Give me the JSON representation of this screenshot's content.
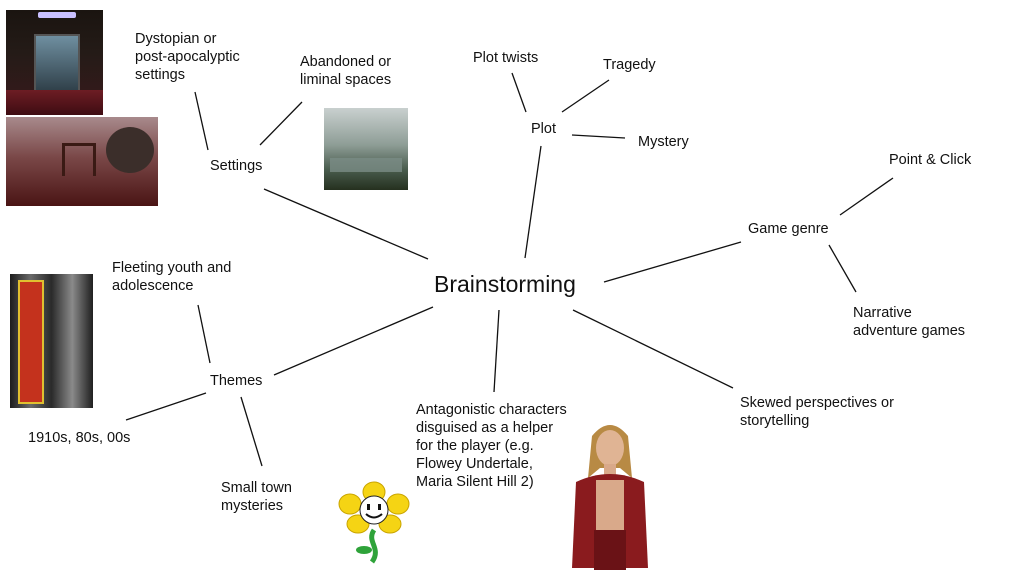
{
  "center": "Brainstorming",
  "nodes": {
    "settings": "Settings",
    "dystopian": "Dystopian or\npost-apocalyptic\nsettings",
    "abandoned": "Abandoned or\nliminal spaces",
    "plot": "Plot",
    "plot_twists": "Plot twists",
    "tragedy": "Tragedy",
    "mystery": "Mystery",
    "game_genre": "Game genre",
    "point_click": "Point & Click",
    "narrative": "Narrative\nadventure games",
    "skewed": "Skewed perspectives or\nstorytelling",
    "antagonist": "Antagonistic characters\ndisguised as a helper\nfor the player (e.g.\nFlowey Undertale,\nMaria Silent Hill 2)",
    "themes": "Themes",
    "fleeting": "Fleeting youth and\nadolescence",
    "decades": "1910s, 80s, 00s",
    "small_town": "Small town\nmysteries"
  }
}
